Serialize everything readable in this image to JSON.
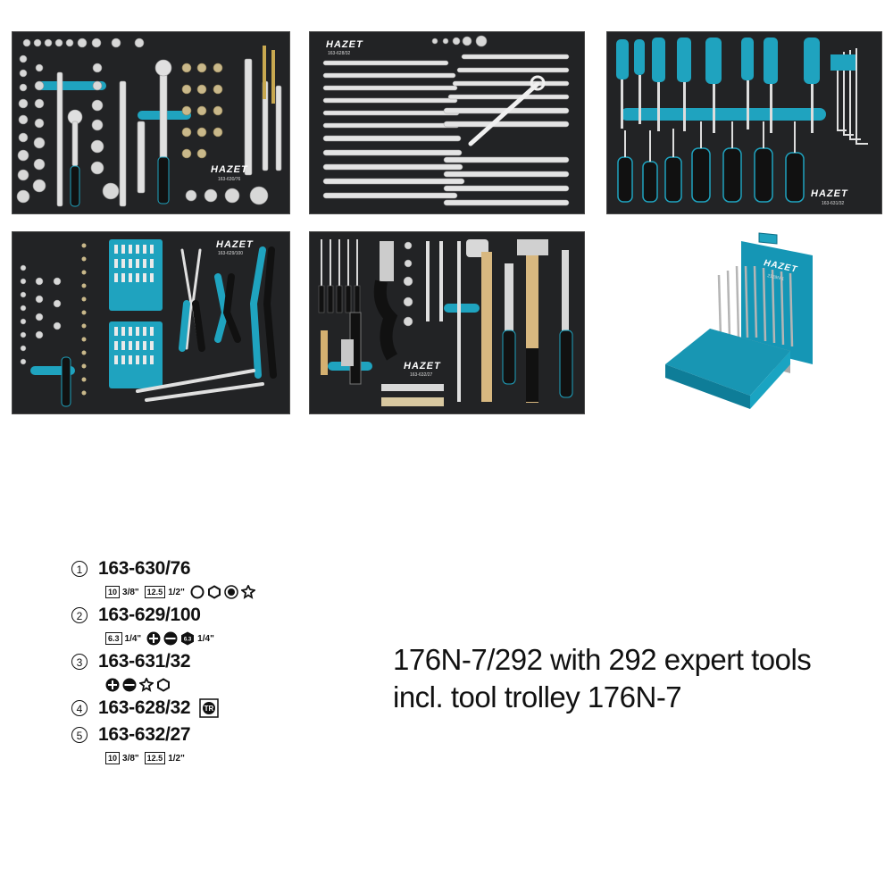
{
  "trays": [
    {
      "brand": "HAZET",
      "code": "163-630/76"
    },
    {
      "brand": "HAZET",
      "code": "163-628/32"
    },
    {
      "brand": "HAZET",
      "code": "163-631/32"
    },
    {
      "brand": "HAZET",
      "code": "163-629/100"
    },
    {
      "brand": "HAZET",
      "code": "163-632/27"
    }
  ],
  "drill_box": {
    "brand": "HAZET",
    "code": "2128N-1"
  },
  "legend": [
    {
      "num": "1",
      "code": "163-630/76",
      "badges": [
        {
          "box": "10",
          "frac": "3/8\""
        },
        {
          "box": "12.5",
          "frac": "1/2\""
        }
      ],
      "icons": [
        "hex-outline",
        "hex-outline-2",
        "torx-filled",
        "torx-outline"
      ]
    },
    {
      "num": "2",
      "code": "163-629/100",
      "badges": [
        {
          "box": "6.3",
          "frac": "1/4\""
        }
      ],
      "icons": [
        "phillips-filled",
        "slotted-filled",
        "hex-bit-6.3"
      ],
      "extra_frac": "1/4\""
    },
    {
      "num": "3",
      "code": "163-631/32",
      "badges": [],
      "icons": [
        "phillips-filled",
        "slotted-filled",
        "torx-outline",
        "hex-outline"
      ]
    },
    {
      "num": "4",
      "code": "163-628/32",
      "badges": [],
      "icons": [
        "wrench-badge-icon"
      ]
    },
    {
      "num": "5",
      "code": "163-632/27",
      "badges": [
        {
          "box": "10",
          "frac": "3/8\""
        },
        {
          "box": "12.5",
          "frac": "1/2\""
        }
      ],
      "icons": []
    }
  ],
  "hex_bit_label": "6.3",
  "headline": {
    "line1": "176N-7/292 with 292 expert tools",
    "line2": "incl. tool trolley 176N-7"
  },
  "colors": {
    "accent": "#1fa3bf",
    "foam": "#222325",
    "ink": "#111111"
  }
}
